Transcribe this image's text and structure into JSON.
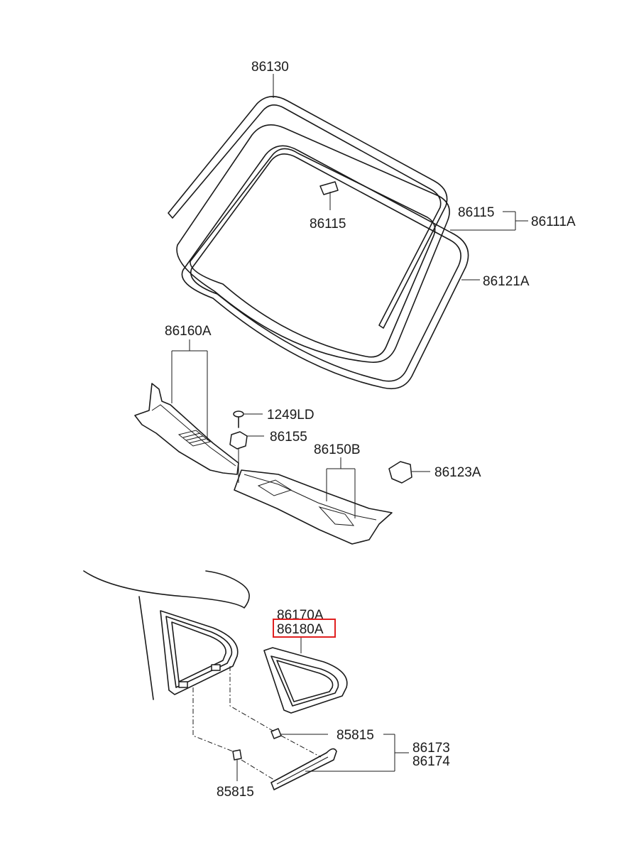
{
  "labels": {
    "molding_top": "86130",
    "clip_center": "86115",
    "clip_right": "86115",
    "assy_right": "86111A",
    "windshield_glass": "86121A",
    "cowl_left": "86160A",
    "screw": "1249LD",
    "nut": "86155",
    "cowl_right": "86150B",
    "stopper": "86123A",
    "quarter_glass_1": "86170A",
    "quarter_glass_2": "86180A",
    "clip_upper": "85815",
    "molding_1": "86173",
    "molding_2": "86174",
    "clip_lower": "85815"
  },
  "colors": {
    "line": "#1a1a1a",
    "highlight": "#e02020",
    "background": "#ffffff"
  }
}
